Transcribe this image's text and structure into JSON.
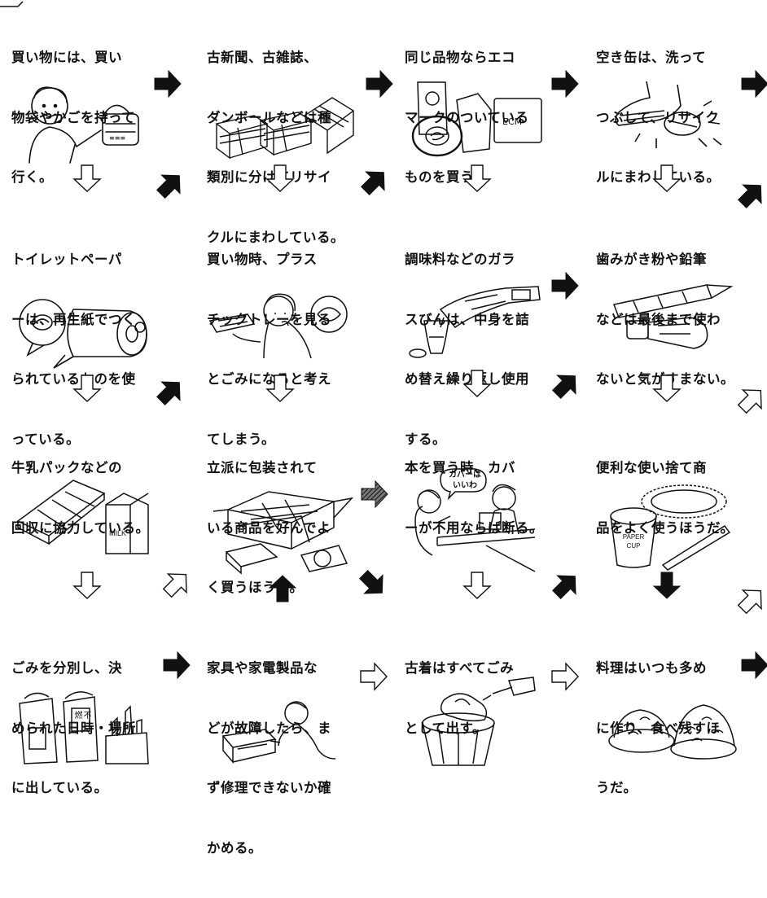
{
  "colors": {
    "ink": "#111111",
    "paper": "#ffffff",
    "arrow_fill": "#111111"
  },
  "cells": [
    {
      "id": "r1c1",
      "lines": [
        "買い物には、買い",
        "物袋やかごを持って",
        "行く。"
      ],
      "illustration": "woman-with-basket"
    },
    {
      "id": "r1c2",
      "lines": [
        "古新聞、古雑誌、",
        "ダンボールなどは種",
        "類別に分けてリサイ",
        "クルにまわしている。"
      ],
      "illustration": "tied-newspaper-bundles"
    },
    {
      "id": "r1c3",
      "lines": [
        "同じ品物ならエコ",
        "マークのついている",
        "ものを買う。"
      ],
      "illustration": "eco-marked-products"
    },
    {
      "id": "r1c4",
      "lines": [
        "空き缶は、洗って",
        "つぶして、リサイク",
        "ルにまわしている。"
      ],
      "illustration": "crushing-can"
    },
    {
      "id": "r2c1",
      "lines": [
        "トイレットペーパ",
        "ーは、再生紙でつく",
        "られているものを使",
        "っている。"
      ],
      "illustration": "toilet-paper-roll"
    },
    {
      "id": "r2c2",
      "lines": [
        "買い物時、プラス",
        "チックトレーを見る",
        "とごみになると考え",
        "てしまう。"
      ],
      "illustration": "thinking-about-tray"
    },
    {
      "id": "r2c3",
      "lines": [
        "調味料などのガラ",
        "スびんは、中身を詰",
        "め替え繰り返し使用",
        "する。"
      ],
      "illustration": "refilling-bottle"
    },
    {
      "id": "r2c4",
      "lines": [
        "歯みがき粉や鉛筆",
        "などは最後まで使わ",
        "ないと気がすまない。"
      ],
      "illustration": "pencil-and-toothpaste"
    },
    {
      "id": "r3c1",
      "lines": [
        "牛乳パックなどの",
        "回収に協力している。"
      ],
      "illustration": "milk-carton"
    },
    {
      "id": "r3c2",
      "lines": [
        "立派に包装されて",
        "いる商品を好んでよ",
        "く買うほうだ。"
      ],
      "illustration": "gift-box"
    },
    {
      "id": "r3c3",
      "lines": [
        "本を買う時、カバ",
        "ーが不用ならば断る。"
      ],
      "illustration": "bookstore-counter",
      "speech": [
        "カバーは",
        "いいわ"
      ]
    },
    {
      "id": "r3c4",
      "lines": [
        "便利な使い捨て商",
        "品をよく使うほうだ。"
      ],
      "illustration": "paper-cup",
      "cup_label": [
        "PAPER",
        "CUP"
      ]
    },
    {
      "id": "r4c1",
      "lines": [
        "ごみを分別し、決",
        "められた日時・場所",
        "に出している。"
      ],
      "illustration": "sorted-garbage",
      "bin_labels": [
        "不燃"
      ]
    },
    {
      "id": "r4c2",
      "lines": [
        "家具や家電製品な",
        "どが故障したら、ま",
        "ず修理できないか確",
        "かめる。"
      ],
      "illustration": "repairing"
    },
    {
      "id": "r4c3",
      "lines": [
        "古着はすべてごみ",
        "として出す。"
      ],
      "illustration": "trash-can"
    },
    {
      "id": "r4c4",
      "lines": [
        "料理はいつも多め",
        "に作り、食べ残すほ",
        "うだ。"
      ],
      "illustration": "leftover-food"
    }
  ],
  "arrows": [
    {
      "id": "a-r1c1-right",
      "dir": "right",
      "style": "filled"
    },
    {
      "id": "a-r1c2-right",
      "dir": "right",
      "style": "filled"
    },
    {
      "id": "a-r1c3-right",
      "dir": "right",
      "style": "filled"
    },
    {
      "id": "a-r1c4-right",
      "dir": "right",
      "style": "filled"
    },
    {
      "id": "a-r1c1-down",
      "dir": "down",
      "style": "outline"
    },
    {
      "id": "a-r1c2-down",
      "dir": "down",
      "style": "outline"
    },
    {
      "id": "a-r1c3-down",
      "dir": "down",
      "style": "outline"
    },
    {
      "id": "a-r1c4-down",
      "dir": "down",
      "style": "outline"
    },
    {
      "id": "a-r2c1-upright",
      "dir": "up-right",
      "style": "filled"
    },
    {
      "id": "a-r2c2-upright",
      "dir": "up-right",
      "style": "filled"
    },
    {
      "id": "a-r2c4-upright",
      "dir": "up-right",
      "style": "filled"
    },
    {
      "id": "a-r2c3-right",
      "dir": "right",
      "style": "filled"
    },
    {
      "id": "a-r2c1-down",
      "dir": "down",
      "style": "outline"
    },
    {
      "id": "a-r2c2-down",
      "dir": "down",
      "style": "outline"
    },
    {
      "id": "a-r2c3-down",
      "dir": "down",
      "style": "outline"
    },
    {
      "id": "a-r2c4-down",
      "dir": "down",
      "style": "outline"
    },
    {
      "id": "a-r3c1-upright",
      "dir": "up-right",
      "style": "filled"
    },
    {
      "id": "a-r3c3-upright",
      "dir": "up-right",
      "style": "filled"
    },
    {
      "id": "a-r3c4-upright",
      "dir": "up-right",
      "style": "outline"
    },
    {
      "id": "a-r3c2-right",
      "dir": "right",
      "style": "hatched"
    },
    {
      "id": "a-r3c1-down",
      "dir": "down",
      "style": "outline"
    },
    {
      "id": "a-r3c3-down",
      "dir": "down",
      "style": "outline"
    },
    {
      "id": "a-r3c4-down",
      "dir": "down",
      "style": "filled"
    },
    {
      "id": "a-r4c2-up",
      "dir": "up",
      "style": "filled"
    },
    {
      "id": "a-r3c1-upright-2",
      "dir": "up-right",
      "style": "outline"
    },
    {
      "id": "a-r3c2-downright",
      "dir": "down-right",
      "style": "filled"
    },
    {
      "id": "a-r3c3-upright-2",
      "dir": "up-right",
      "style": "filled"
    },
    {
      "id": "a-r3c4-upright-2",
      "dir": "up-right",
      "style": "outline"
    },
    {
      "id": "a-r4c1-right",
      "dir": "right",
      "style": "filled"
    },
    {
      "id": "a-r4c2-right",
      "dir": "right",
      "style": "outline"
    },
    {
      "id": "a-r4c3-right",
      "dir": "right",
      "style": "outline"
    },
    {
      "id": "a-r4c4-right",
      "dir": "right",
      "style": "filled"
    }
  ]
}
